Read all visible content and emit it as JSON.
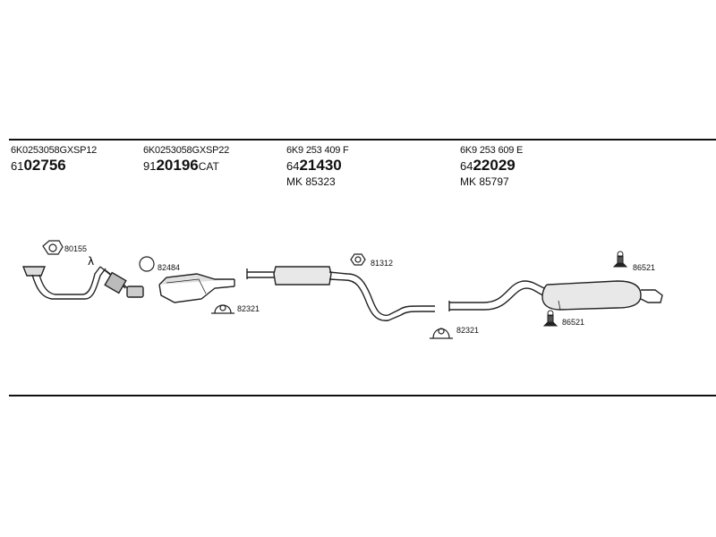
{
  "headers": [
    {
      "code": "6K0253058GXSP12",
      "prefix": "61",
      "main": "02756",
      "suffix": "",
      "mk": ""
    },
    {
      "code": "6K0253058GXSP22",
      "prefix": "91",
      "main": "20196",
      "suffix": "CAT",
      "mk": ""
    },
    {
      "code": "6K9 253 409 F",
      "prefix": "64",
      "main": "21430",
      "suffix": "",
      "mk": "MK  85323"
    },
    {
      "code": "6K9 253 609 E",
      "prefix": "64",
      "main": "22029",
      "suffix": "",
      "mk": "MK  85797"
    }
  ],
  "part_labels": {
    "gasket_front": "80155",
    "lambda": "λ",
    "gasket_cat": "82484",
    "clamp_cat": "82321",
    "ring_mid": "81312",
    "clamp_rear": "82321",
    "hanger_top": "86521",
    "hanger_bottom": "86521"
  }
}
